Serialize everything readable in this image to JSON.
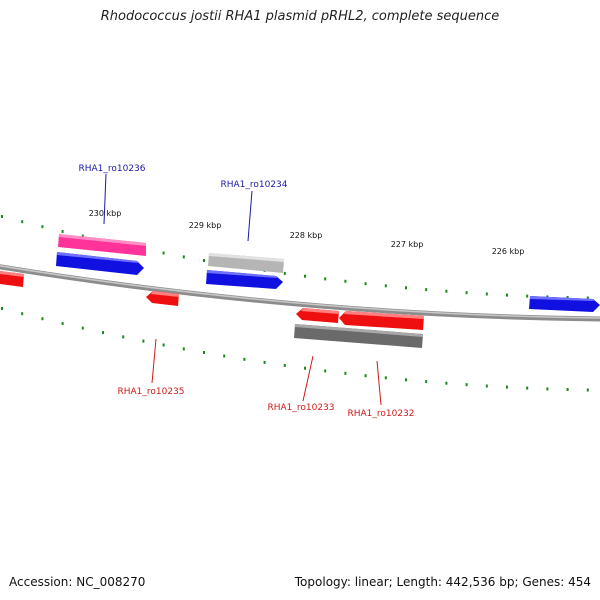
{
  "title": "Rhodococcus jostii RHA1 plasmid pRHL2, complete sequence",
  "footer": {
    "accession": "Accession: NC_008270",
    "summary": "Topology: linear; Length: 442,536 bp; Genes: 454"
  },
  "scale_ticks": [
    {
      "kbp": 230,
      "label": "230 kbp"
    },
    {
      "kbp": 229,
      "label": "229 kbp"
    },
    {
      "kbp": 228,
      "label": "228 kbp"
    },
    {
      "kbp": 227,
      "label": "227 kbp"
    },
    {
      "kbp": 226,
      "label": "226 kbp"
    }
  ],
  "gene_labels": [
    {
      "name": "RHA1_ro10236",
      "color": "#1a1aa6"
    },
    {
      "name": "RHA1_ro10234",
      "color": "#1a1aa6"
    },
    {
      "name": "RHA1_ro10235",
      "color": "#cc1a1a"
    },
    {
      "name": "RHA1_ro10233",
      "color": "#cc1a1a"
    },
    {
      "name": "RHA1_ro10232",
      "color": "#cc1a1a"
    }
  ],
  "colors": {
    "forward_cds": "#1010e0",
    "reverse_cds": "#ee1010",
    "highlight": "#ff3399",
    "grey_feature": "#b0b0b0",
    "dark_grey_feature": "#6a6a6a",
    "backbone": "#8c8c8c",
    "tick": "#1a8a1a"
  }
}
